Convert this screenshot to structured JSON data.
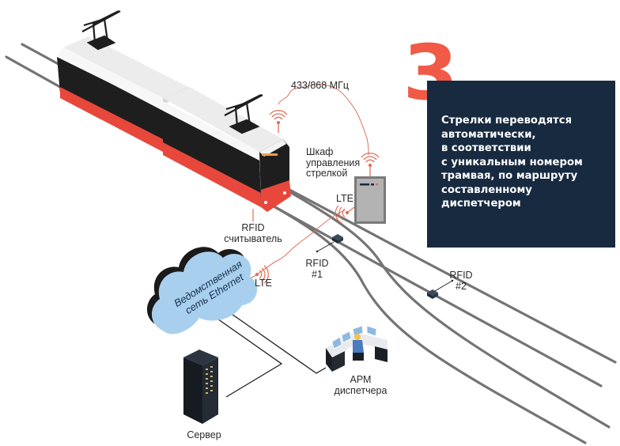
{
  "step": {
    "number": "3",
    "description": "Стрелки переводятся\nавтоматически,\nв соответствии\nс уникальным номером\nтрамвая, по маршруту\nсоставленному\nдиспетчером"
  },
  "labels": {
    "radio_frequency": "433/868 МГц",
    "switch_cabinet": "Шкаф\nуправления\nстрелкой",
    "switch_cabinet_lines": [
      "Шкаф",
      "управления",
      "стрелкой"
    ],
    "lte_cabinet": "LTE",
    "lte_cloud": "LTE",
    "rfid_reader_lines": [
      "RFID",
      "считыватель"
    ],
    "rfid1_lines": [
      "RFID",
      "#1"
    ],
    "rfid2_lines": [
      "RFID",
      "#2"
    ],
    "cloud": "Ведомственная\nсеть Ethernet",
    "server": "Сервер",
    "workstation_lines": [
      "АРМ",
      "диспетчера"
    ]
  },
  "icons": {
    "tram": "tram-icon",
    "antenna": "wifi-antenna-icon",
    "cabinet": "switch-cabinet-icon",
    "cloud": "cloud-icon",
    "server": "server-rack-icon",
    "workstation": "dispatcher-workstation-icon",
    "rfid_tag": "rfid-tag-icon"
  },
  "colors": {
    "accent": "#f05a46",
    "panel": "#172a40",
    "rail": "#6f6f6f",
    "signal": "#e0705a",
    "cloud_fill": "#a9cfee",
    "tram_red": "#e8473c"
  }
}
